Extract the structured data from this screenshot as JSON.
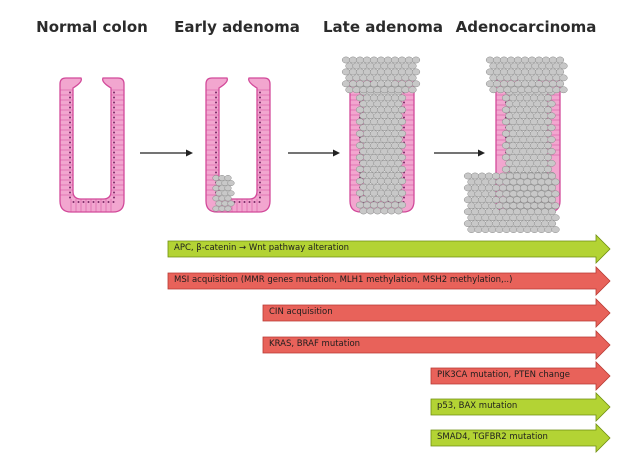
{
  "stages": [
    {
      "id": "normal",
      "label": "Normal colon"
    },
    {
      "id": "early",
      "label": "Early adenoma"
    },
    {
      "id": "late",
      "label": "Late adenoma"
    },
    {
      "id": "adeno",
      "label": "Adenocarcinoma"
    }
  ],
  "colors": {
    "epithelium": "#f2a6cf",
    "epithelium_edge": "#d24a9a",
    "nucleus": "#7a2a66",
    "tumor": "#c8c8c8",
    "tumor_edge": "#8a8a8a",
    "green": "#b3d334",
    "green_edge": "#6f8f10",
    "red": "#e8625a",
    "red_edge": "#b83a33"
  },
  "bars": [
    {
      "label": "APC, β-catenin → Wnt pathway alteration",
      "color": "green"
    },
    {
      "label": "MSI acquisition (MMR genes mutation, MLH1 methylation, MSH2 methylation,..)",
      "color": "red"
    },
    {
      "label": "CIN acquisition",
      "color": "red"
    },
    {
      "label": "KRAS, BRAF mutation",
      "color": "red"
    },
    {
      "label": "PIK3CA mutation, PTEN change",
      "color": "red"
    },
    {
      "label": "p53, BAX  mutation",
      "color": "green"
    },
    {
      "label": "SMAD4, TGFBR2 mutation",
      "color": "green"
    }
  ]
}
